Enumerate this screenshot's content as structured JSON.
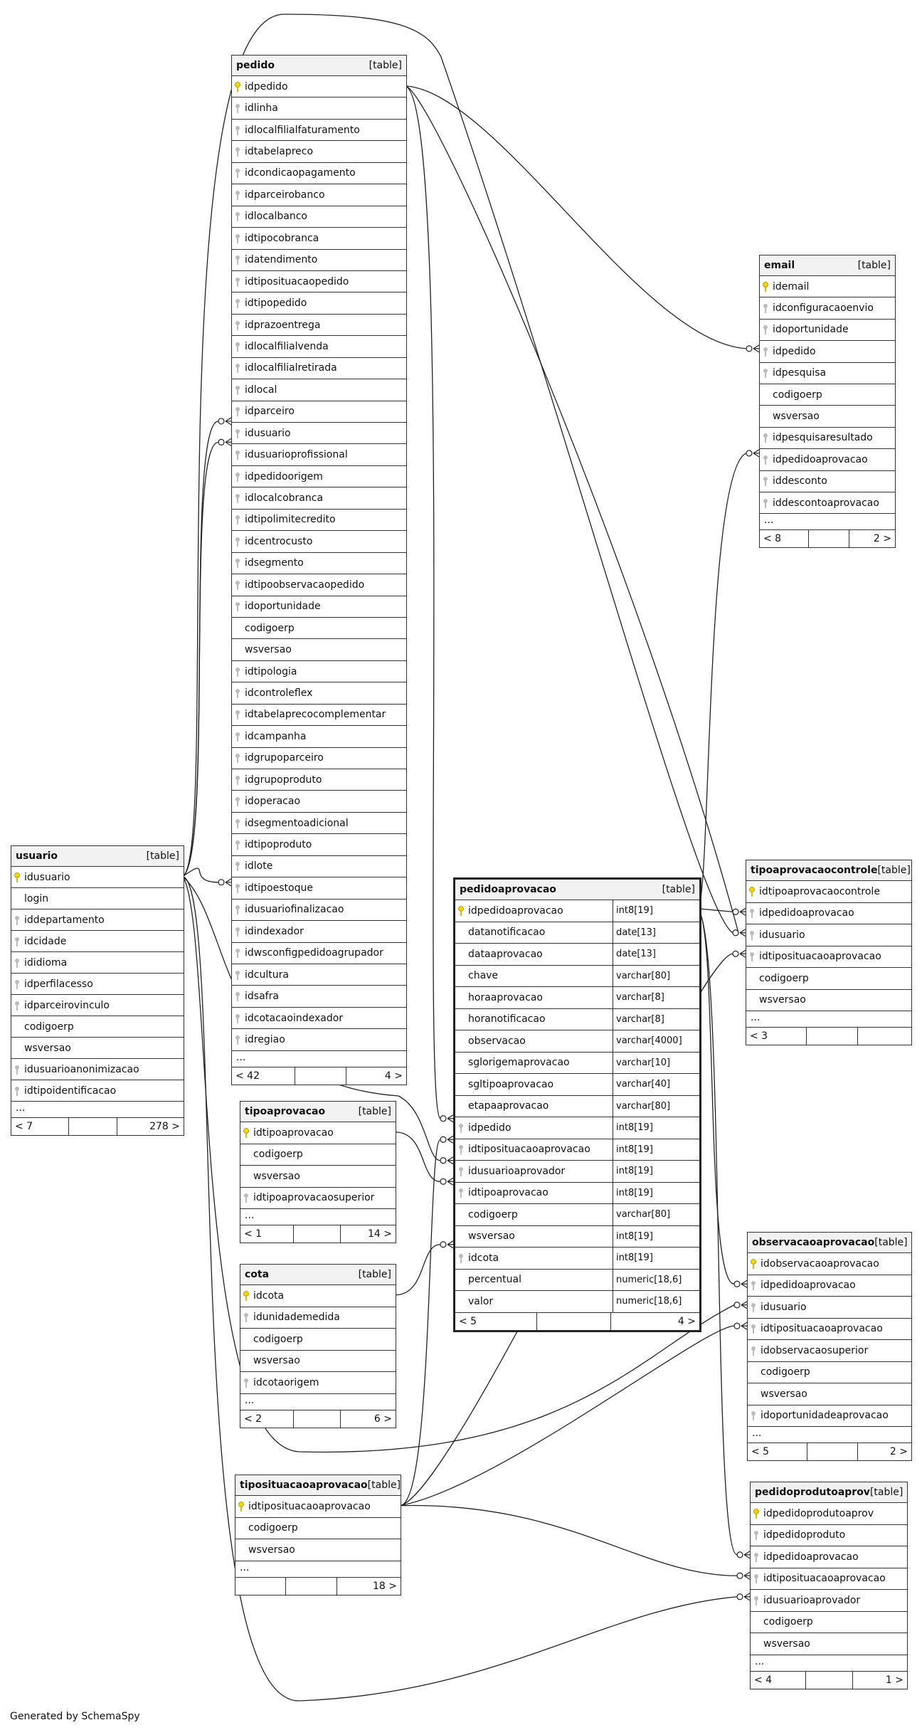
{
  "footer_text": "Generated by SchemaSpy",
  "type_label": "[table]",
  "tables": [
    {
      "id": "pedido",
      "name": "pedido",
      "focus": false,
      "columns": [
        {
          "n": "idpedido",
          "k": "pk"
        },
        {
          "n": "idlinha",
          "k": "fk"
        },
        {
          "n": "idlocalfilialfaturamento",
          "k": "fk"
        },
        {
          "n": "idtabelapreco",
          "k": "fk"
        },
        {
          "n": "idcondicaopagamento",
          "k": "fk"
        },
        {
          "n": "idparceirobanco",
          "k": "fk"
        },
        {
          "n": "idlocalbanco",
          "k": "fk"
        },
        {
          "n": "idtipocobranca",
          "k": "fk"
        },
        {
          "n": "idatendimento",
          "k": "fk"
        },
        {
          "n": "idtiposituacaopedido",
          "k": "fk"
        },
        {
          "n": "idtipopedido",
          "k": "fk"
        },
        {
          "n": "idprazoentrega",
          "k": "fk"
        },
        {
          "n": "idlocalfilialvenda",
          "k": "fk"
        },
        {
          "n": "idlocalfilialretirada",
          "k": "fk"
        },
        {
          "n": "idlocal",
          "k": "fk"
        },
        {
          "n": "idparceiro",
          "k": "fk"
        },
        {
          "n": "idusuario",
          "k": "fk"
        },
        {
          "n": "idusuarioprofissional",
          "k": "fk"
        },
        {
          "n": "idpedidoorigem",
          "k": "fk"
        },
        {
          "n": "idlocalcobranca",
          "k": "fk"
        },
        {
          "n": "idtipolimitecredito",
          "k": "fk"
        },
        {
          "n": "idcentrocusto",
          "k": "fk"
        },
        {
          "n": "idsegmento",
          "k": "fk"
        },
        {
          "n": "idtipoobservacaopedido",
          "k": "fk"
        },
        {
          "n": "idoportunidade",
          "k": "fk"
        },
        {
          "n": "codigoerp",
          "k": ""
        },
        {
          "n": "wsversao",
          "k": ""
        },
        {
          "n": "idtipologia",
          "k": "fk"
        },
        {
          "n": "idcontroleflex",
          "k": "fk"
        },
        {
          "n": "idtabelaprecocomplementar",
          "k": "fk"
        },
        {
          "n": "idcampanha",
          "k": "fk"
        },
        {
          "n": "idgrupoparceiro",
          "k": "fk"
        },
        {
          "n": "idgrupoproduto",
          "k": "fk"
        },
        {
          "n": "idoperacao",
          "k": "fk"
        },
        {
          "n": "idsegmentoadicional",
          "k": "fk"
        },
        {
          "n": "idtipoproduto",
          "k": "fk"
        },
        {
          "n": "idlote",
          "k": "fk"
        },
        {
          "n": "idtipoestoque",
          "k": "fk"
        },
        {
          "n": "idusuariofinalizacao",
          "k": "fk"
        },
        {
          "n": "idindexador",
          "k": "fk"
        },
        {
          "n": "idwsconfigpedidoagrupador",
          "k": "fk"
        },
        {
          "n": "idcultura",
          "k": "fk"
        },
        {
          "n": "idsafra",
          "k": "fk"
        },
        {
          "n": "idcotacaoindexador",
          "k": "fk"
        },
        {
          "n": "idregiao",
          "k": "fk"
        }
      ],
      "more": "...",
      "foot": [
        "< 42",
        "",
        "4 >"
      ]
    },
    {
      "id": "email",
      "name": "email",
      "focus": false,
      "columns": [
        {
          "n": "idemail",
          "k": "pk"
        },
        {
          "n": "idconfiguracaoenvio",
          "k": "fk"
        },
        {
          "n": "idoportunidade",
          "k": "fk"
        },
        {
          "n": "idpedido",
          "k": "fk"
        },
        {
          "n": "idpesquisa",
          "k": "fk"
        },
        {
          "n": "codigoerp",
          "k": ""
        },
        {
          "n": "wsversao",
          "k": ""
        },
        {
          "n": "idpesquisaresultado",
          "k": "fk"
        },
        {
          "n": "idpedidoaprovacao",
          "k": "fk"
        },
        {
          "n": "iddesconto",
          "k": "fk"
        },
        {
          "n": "iddescontoaprovacao",
          "k": "fk"
        }
      ],
      "more": "...",
      "foot": [
        "< 8",
        "",
        "2 >"
      ]
    },
    {
      "id": "usuario",
      "name": "usuario",
      "focus": false,
      "columns": [
        {
          "n": "idusuario",
          "k": "pk"
        },
        {
          "n": "login",
          "k": ""
        },
        {
          "n": "iddepartamento",
          "k": "fk"
        },
        {
          "n": "idcidade",
          "k": "fk"
        },
        {
          "n": "ididioma",
          "k": "fk"
        },
        {
          "n": "idperfilacesso",
          "k": "fk"
        },
        {
          "n": "idparceirovinculo",
          "k": "fk"
        },
        {
          "n": "codigoerp",
          "k": ""
        },
        {
          "n": "wsversao",
          "k": ""
        },
        {
          "n": "idusuarioanonimizacao",
          "k": "fk"
        },
        {
          "n": "idtipoidentificacao",
          "k": "fk"
        }
      ],
      "more": "...",
      "foot": [
        "< 7",
        "",
        "278 >"
      ]
    },
    {
      "id": "pedidoaprovacao",
      "name": "pedidoaprovacao",
      "focus": true,
      "columns": [
        {
          "n": "idpedidoaprovacao",
          "k": "pk",
          "t": "int8[19]"
        },
        {
          "n": "datanotificacao",
          "k": "",
          "t": "date[13]"
        },
        {
          "n": "dataaprovacao",
          "k": "",
          "t": "date[13]"
        },
        {
          "n": "chave",
          "k": "",
          "t": "varchar[80]"
        },
        {
          "n": "horaaprovacao",
          "k": "",
          "t": "varchar[8]"
        },
        {
          "n": "horanotificacao",
          "k": "",
          "t": "varchar[8]"
        },
        {
          "n": "observacao",
          "k": "",
          "t": "varchar[4000]"
        },
        {
          "n": "sglorigemaprovacao",
          "k": "",
          "t": "varchar[10]"
        },
        {
          "n": "sgltipoaprovacao",
          "k": "",
          "t": "varchar[40]"
        },
        {
          "n": "etapaaprovacao",
          "k": "",
          "t": "varchar[80]"
        },
        {
          "n": "idpedido",
          "k": "fk",
          "t": "int8[19]"
        },
        {
          "n": "idtiposituacaoaprovacao",
          "k": "fk",
          "t": "int8[19]"
        },
        {
          "n": "idusuarioaprovador",
          "k": "fk",
          "t": "int8[19]"
        },
        {
          "n": "idtipoaprovacao",
          "k": "fk",
          "t": "int8[19]"
        },
        {
          "n": "codigoerp",
          "k": "",
          "t": "varchar[80]"
        },
        {
          "n": "wsversao",
          "k": "",
          "t": "int8[19]"
        },
        {
          "n": "idcota",
          "k": "fk",
          "t": "int8[19]"
        },
        {
          "n": "percentual",
          "k": "",
          "t": "numeric[18,6]"
        },
        {
          "n": "valor",
          "k": "",
          "t": "numeric[18,6]"
        }
      ],
      "more": "",
      "foot": [
        "< 5",
        "",
        "4 >"
      ]
    },
    {
      "id": "tipoaprovacaocontrole",
      "name": "tipoaprovacaocontrole",
      "focus": false,
      "columns": [
        {
          "n": "idtipoaprovacaocontrole",
          "k": "pk"
        },
        {
          "n": "idpedidoaprovacao",
          "k": "fk"
        },
        {
          "n": "idusuario",
          "k": "fk"
        },
        {
          "n": "idtiposituacaoaprovacao",
          "k": "fk"
        },
        {
          "n": "codigoerp",
          "k": ""
        },
        {
          "n": "wsversao",
          "k": ""
        }
      ],
      "more": "...",
      "foot": [
        "< 3",
        "",
        ""
      ]
    },
    {
      "id": "tipoaprovacao",
      "name": "tipoaprovacao",
      "focus": false,
      "columns": [
        {
          "n": "idtipoaprovacao",
          "k": "pk"
        },
        {
          "n": "codigoerp",
          "k": ""
        },
        {
          "n": "wsversao",
          "k": ""
        },
        {
          "n": "idtipoaprovacaosuperior",
          "k": "fk"
        }
      ],
      "more": "...",
      "foot": [
        "< 1",
        "",
        "14 >"
      ]
    },
    {
      "id": "cota",
      "name": "cota",
      "focus": false,
      "columns": [
        {
          "n": "idcota",
          "k": "pk"
        },
        {
          "n": "idunidademedida",
          "k": "fk"
        },
        {
          "n": "codigoerp",
          "k": ""
        },
        {
          "n": "wsversao",
          "k": ""
        },
        {
          "n": "idcotaorigem",
          "k": "fk"
        }
      ],
      "more": "...",
      "foot": [
        "< 2",
        "",
        "6 >"
      ]
    },
    {
      "id": "observacaoaprovacao",
      "name": "observacaoaprovacao",
      "focus": false,
      "columns": [
        {
          "n": "idobservacaoaprovacao",
          "k": "pk"
        },
        {
          "n": "idpedidoaprovacao",
          "k": "fk"
        },
        {
          "n": "idusuario",
          "k": "fk"
        },
        {
          "n": "idtiposituacaoaprovacao",
          "k": "fk"
        },
        {
          "n": "idobservacaosuperior",
          "k": "fk"
        },
        {
          "n": "codigoerp",
          "k": ""
        },
        {
          "n": "wsversao",
          "k": ""
        },
        {
          "n": "idoportunidadeaprovacao",
          "k": "fk"
        }
      ],
      "more": "...",
      "foot": [
        "< 5",
        "",
        "2 >"
      ]
    },
    {
      "id": "tiposituacaoaprovacao",
      "name": "tiposituacaoaprovacao",
      "focus": false,
      "columns": [
        {
          "n": "idtiposituacaoaprovacao",
          "k": "pk"
        },
        {
          "n": "codigoerp",
          "k": ""
        },
        {
          "n": "wsversao",
          "k": ""
        }
      ],
      "more": "...",
      "foot": [
        "",
        "",
        "18 >"
      ]
    },
    {
      "id": "pedidoprodutoaprov",
      "name": "pedidoprodutoaprov",
      "focus": false,
      "columns": [
        {
          "n": "idpedidoprodutoaprov",
          "k": "pk"
        },
        {
          "n": "idpedidoproduto",
          "k": "fk"
        },
        {
          "n": "idpedidoaprovacao",
          "k": "fk"
        },
        {
          "n": "idtiposituacaoaprovacao",
          "k": "fk"
        },
        {
          "n": "idusuarioaprovador",
          "k": "fk"
        },
        {
          "n": "codigoerp",
          "k": ""
        },
        {
          "n": "wsversao",
          "k": ""
        }
      ],
      "more": "...",
      "foot": [
        "< 4",
        "",
        "1 >"
      ]
    }
  ]
}
